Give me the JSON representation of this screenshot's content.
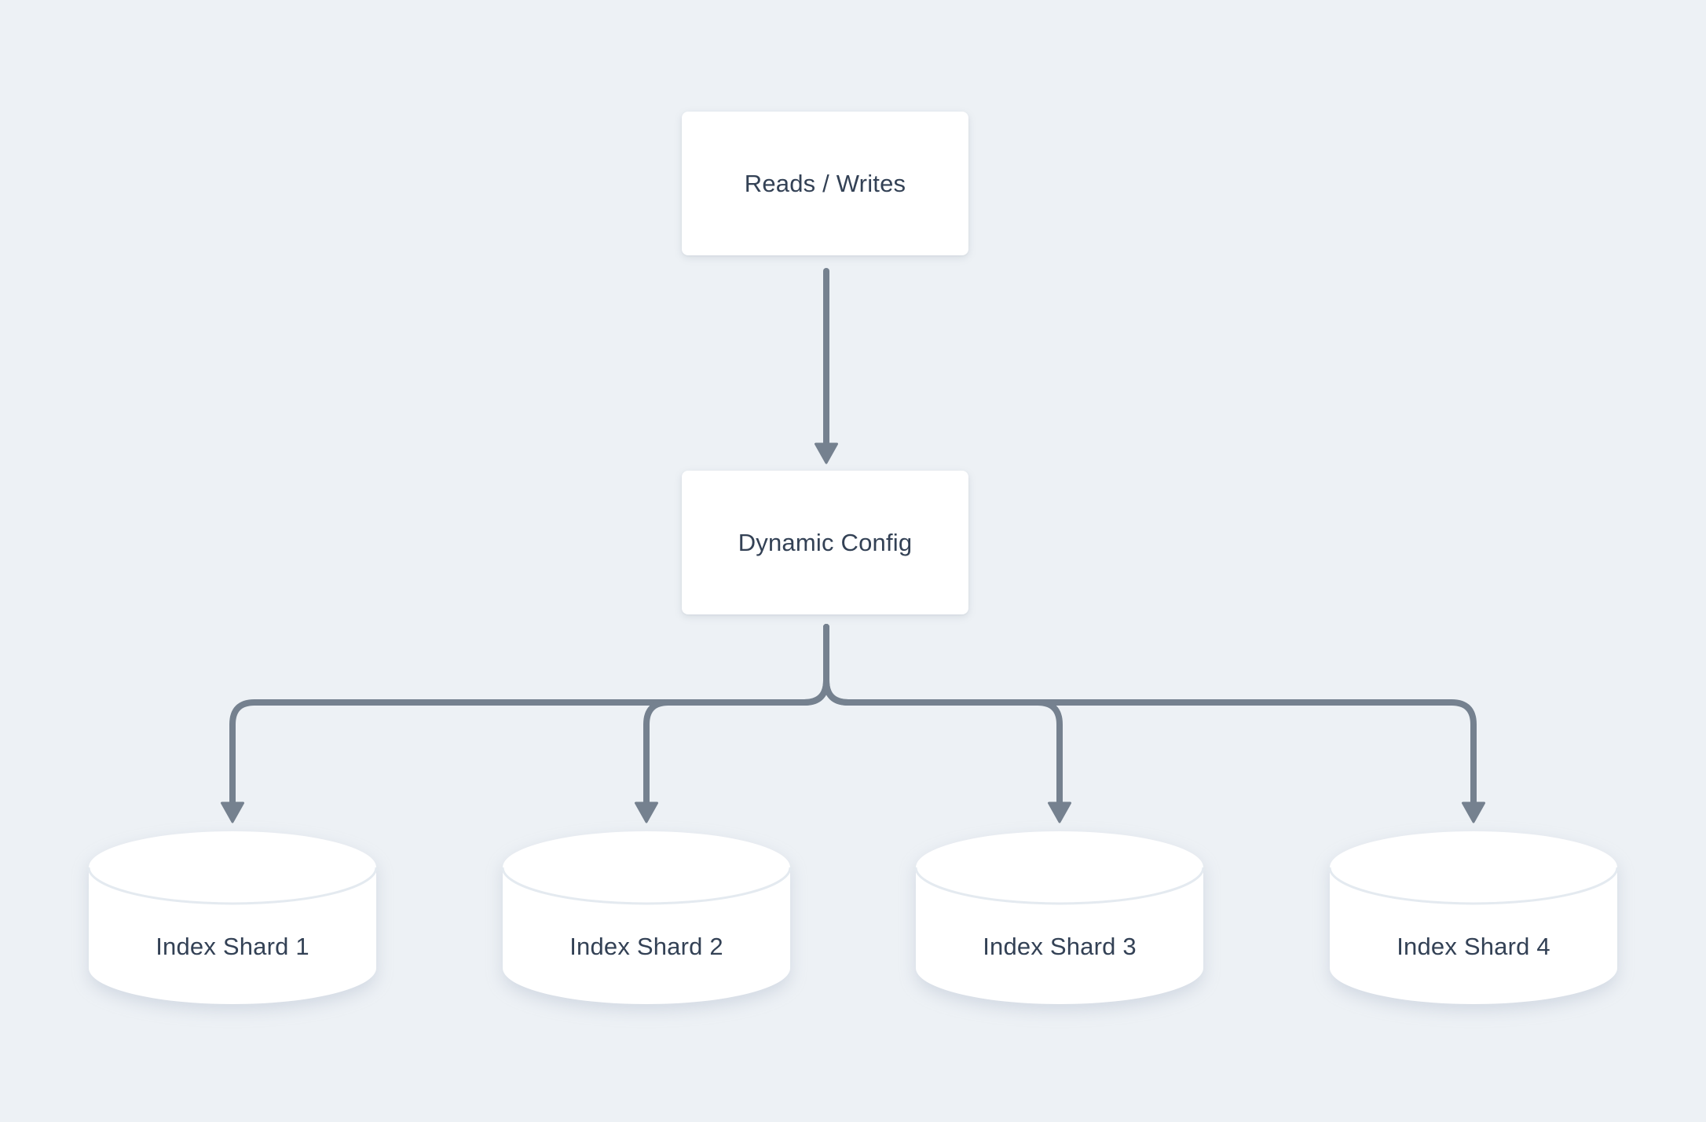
{
  "diagram": {
    "nodes": [
      {
        "id": "reads-writes",
        "type": "process-box",
        "label": "Reads / Writes"
      },
      {
        "id": "dynamic-config",
        "type": "process-box",
        "label": "Dynamic Config"
      },
      {
        "id": "index-shard-1",
        "type": "database-cylinder",
        "label": "Index Shard 1"
      },
      {
        "id": "index-shard-2",
        "type": "database-cylinder",
        "label": "Index Shard 2"
      },
      {
        "id": "index-shard-3",
        "type": "database-cylinder",
        "label": "Index Shard 3"
      },
      {
        "id": "index-shard-4",
        "type": "database-cylinder",
        "label": "Index Shard 4"
      }
    ],
    "edges": [
      {
        "from": "reads-writes",
        "to": "dynamic-config",
        "style": "arrow"
      },
      {
        "from": "dynamic-config",
        "to": "index-shard-1",
        "style": "arrow"
      },
      {
        "from": "dynamic-config",
        "to": "index-shard-2",
        "style": "arrow"
      },
      {
        "from": "dynamic-config",
        "to": "index-shard-3",
        "style": "arrow"
      },
      {
        "from": "dynamic-config",
        "to": "index-shard-4",
        "style": "arrow"
      }
    ]
  },
  "theme": {
    "background": "#edf1f5",
    "node_fill": "#ffffff",
    "node_text": "#334155",
    "connector": "#75818f",
    "cylinder_rim": "#e4eaf0"
  }
}
